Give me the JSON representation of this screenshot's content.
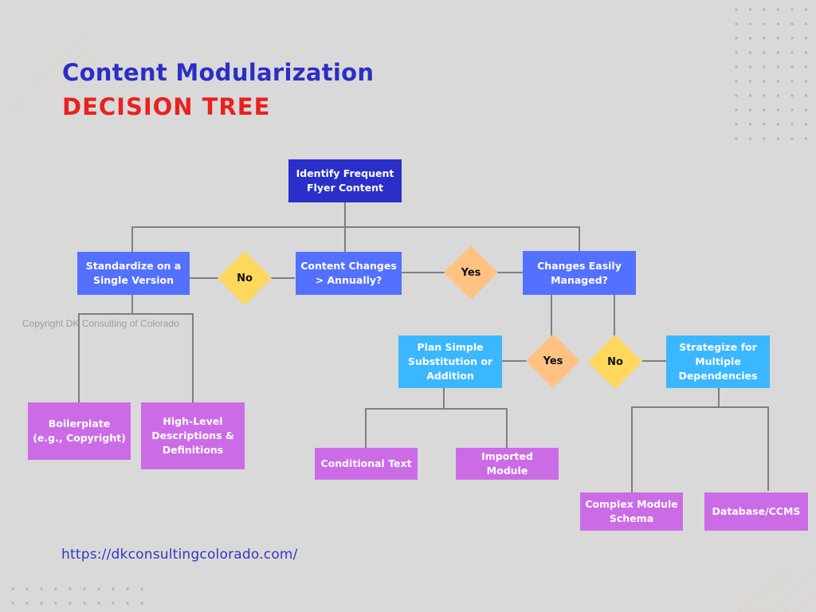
{
  "header": {
    "title_line1": "Content Modularization",
    "title_line2": "DECISION TREE"
  },
  "colors": {
    "title_blue": "#2b2fc4",
    "title_red": "#e8211f",
    "root_box": "#2b2fc9",
    "level1_box": "#5470ff",
    "level2_box": "#3bb7ff",
    "leaf_box": "#cc6be6",
    "diamond_no": "#ffd75c",
    "diamond_yes": "#ffc283",
    "connector": "#808080",
    "background": "#d9d9d9"
  },
  "nodes": {
    "root": "Identify Frequent Flyer Content",
    "standardize": "Standardize on a Single Version",
    "content_changes": "Content Changes > Annually?",
    "changes_managed": "Changes Easily Managed?",
    "plan_simple": "Plan Simple Substitution or Addition",
    "strategize": "Strategize for Multiple Dependencies",
    "boilerplate": "Boilerplate (e.g., Copyright)",
    "high_level": "High-Level Descriptions & Definitions",
    "conditional_text": "Conditional Text",
    "imported_module": "Imported Module",
    "complex_schema": "Complex Module Schema",
    "database_ccms": "Database/CCMS"
  },
  "decisions": {
    "no_left": "No",
    "yes_right": "Yes",
    "yes_lower": "Yes",
    "no_lower": "No"
  },
  "footer": {
    "copyright": "Copyright DK Consulting of Colorado",
    "url": "https://dkconsultingcolorado.com/"
  }
}
